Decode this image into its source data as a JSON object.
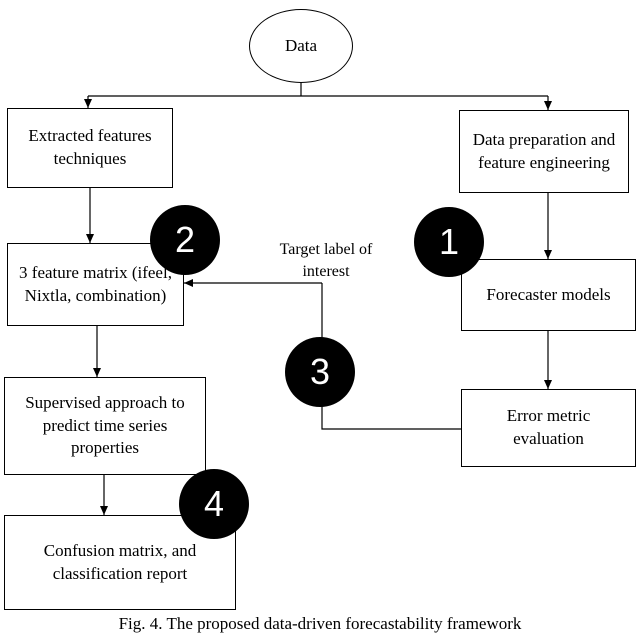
{
  "nodes": {
    "data": "Data",
    "extracted_features": "Extracted features techniques",
    "data_preparation": "Data preparation and feature engineering",
    "feature_matrix": "3 feature matrix (ifeel, Nixtla, combination)",
    "forecaster_models": "Forecaster models",
    "supervised_approach": "Supervised approach to predict time series properties",
    "error_metric": "Error metric evaluation",
    "confusion_matrix": "Confusion matrix, and classification report"
  },
  "edge_label": "Target label of interest",
  "badges": {
    "one": "1",
    "two": "2",
    "three": "3",
    "four": "4"
  },
  "caption": "Fig. 4. The proposed data-driven forecastability framework"
}
